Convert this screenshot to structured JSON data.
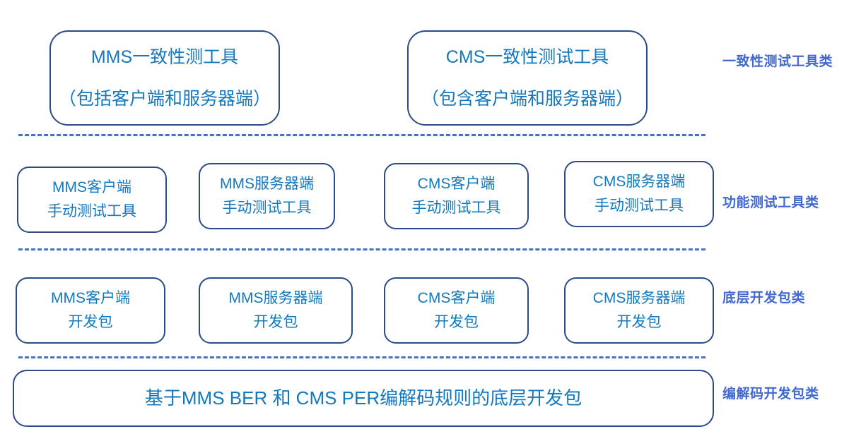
{
  "diagram": {
    "title": "测试工具与开发包分层架构图",
    "colors": {
      "box_border": "#2c4a86",
      "box_text": "#1478bd",
      "divider": "#4472c4",
      "category_label": "#4169ce",
      "background": "#ffffff"
    },
    "tiers": [
      {
        "category_label": "一致性测试工具类",
        "boxes": [
          {
            "line1": "MMS一致性测工具",
            "line2": "（包括客户端和服务器端）"
          },
          {
            "line1": "CMS一致性测试工具",
            "line2": "（包含客户端和服务器端）"
          }
        ]
      },
      {
        "category_label": "功能测试工具类",
        "boxes": [
          {
            "line1": "MMS客户端",
            "line2": "手动测试工具"
          },
          {
            "line1": "MMS服务器端",
            "line2": "手动测试工具"
          },
          {
            "line1": "CMS客户端",
            "line2": "手动测试工具"
          },
          {
            "line1": "CMS服务器端",
            "line2": "手动测试工具"
          }
        ]
      },
      {
        "category_label": "底层开发包类",
        "boxes": [
          {
            "line1": "MMS客户端",
            "line2": "开发包"
          },
          {
            "line1": "MMS服务器端",
            "line2": "开发包"
          },
          {
            "line1": "CMS客户端",
            "line2": "开发包"
          },
          {
            "line1": "CMS服务器端",
            "line2": "开发包"
          }
        ]
      },
      {
        "category_label": "编解码开发包类",
        "boxes": [
          {
            "line1": "基于MMS BER 和 CMS  PER编解码规则的底层开发包"
          }
        ]
      }
    ]
  }
}
